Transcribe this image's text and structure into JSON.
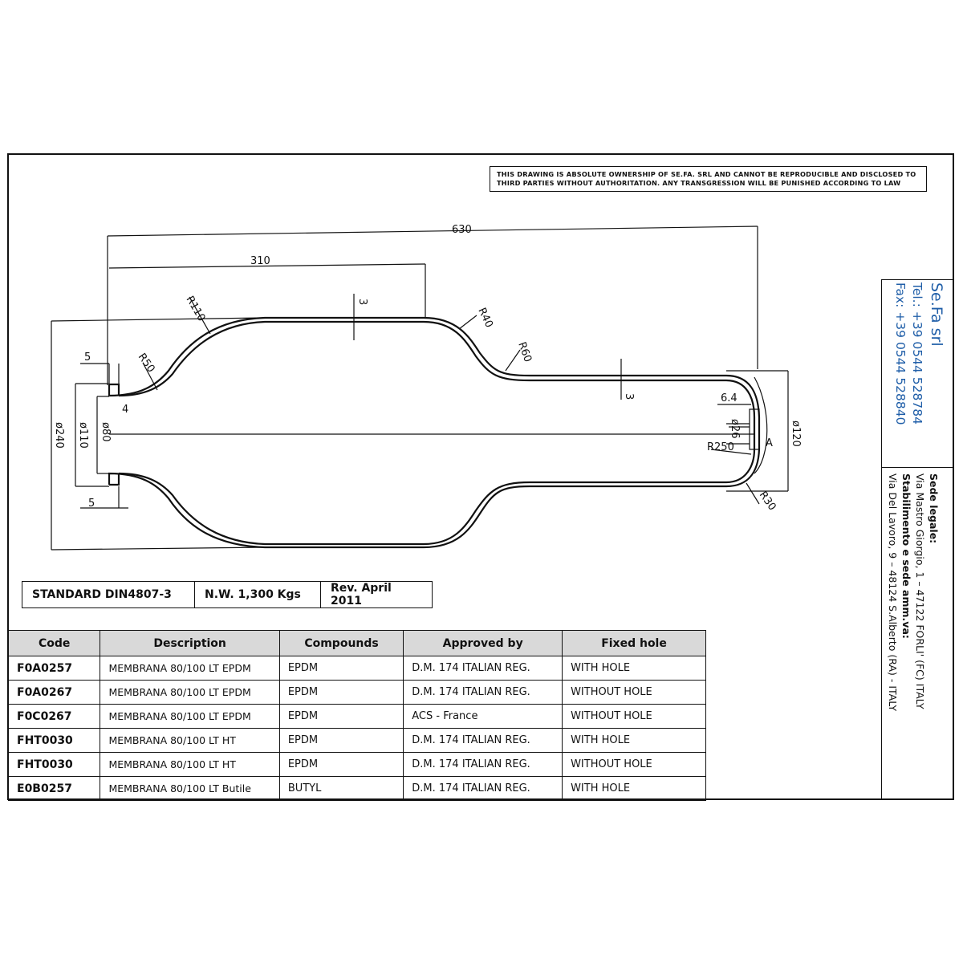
{
  "notice": {
    "line1": "THIS DRAWING IS ABSOLUTE OWNERSHIP OF SE.FA. SRL AND CANNOT BE REPRODUCIBLE AND DISCLOSED TO",
    "line2": "THIRD PARTIES WITHOUT AUTHORITATION. ANY TRANSGRESSION WILL BE PUNISHED ACCORDING TO LAW"
  },
  "company": {
    "name": "Se.Fa srl",
    "tel": "Tel.: +39 0544 528784",
    "fax": "Fax: +39 0544 528840",
    "legal_label": "Sede legale:",
    "legal_address": "Via Mastro Giorgio, 1 – 47122 FORLI'  (FC)  ITALY",
    "plant_label": "Stabilimento e sede amm.va:",
    "plant_address": "Via Del Lavoro, 9 – 48124 S.Alberto (RA) - ITALY"
  },
  "dimensions": {
    "overall_length": "630",
    "body_length": "310",
    "r110": "R110",
    "r50": "R50",
    "r40": "R40",
    "r60": "R60",
    "r250": "R250",
    "r30": "R30",
    "thick_body": "3",
    "thick_neck": "3",
    "flange_top": "5",
    "flange_bottom": "5",
    "flange_offset": "4",
    "dia_240": "ø240",
    "dia_110": "ø110",
    "dia_80": "ø80",
    "dia_120": "ø120",
    "dia_26": "ø26",
    "hole_64": "6.4",
    "arrow_a": "A"
  },
  "info": {
    "standard": "STANDARD DIN4807-3",
    "weight": "N.W.  1,300 Kgs",
    "revision": "Rev. April 2011"
  },
  "table": {
    "headers": [
      "Code",
      "Description",
      "Compounds",
      "Approved by",
      "Fixed hole"
    ],
    "rows": [
      [
        "F0A0257",
        "MEMBRANA 80/100 LT EPDM",
        "EPDM",
        "D.M. 174 ITALIAN REG.",
        "WITH HOLE"
      ],
      [
        "F0A0267",
        "MEMBRANA 80/100 LT EPDM",
        "EPDM",
        "D.M. 174 ITALIAN REG.",
        "WITHOUT HOLE"
      ],
      [
        "F0C0267",
        "MEMBRANA 80/100 LT EPDM",
        "EPDM",
        "ACS - France",
        "WITHOUT HOLE"
      ],
      [
        "FHT0030",
        "MEMBRANA 80/100 LT HT",
        "EPDM",
        "D.M. 174 ITALIAN REG.",
        "WITH HOLE"
      ],
      [
        "FHT0030",
        "MEMBRANA 80/100 LT HT",
        "EPDM",
        "D.M. 174 ITALIAN REG.",
        "WITHOUT HOLE"
      ],
      [
        "E0B0257",
        "MEMBRANA 80/100 LT Butile",
        "BUTYL",
        "D.M. 174 ITALIAN REG.",
        "WITH HOLE"
      ]
    ]
  }
}
